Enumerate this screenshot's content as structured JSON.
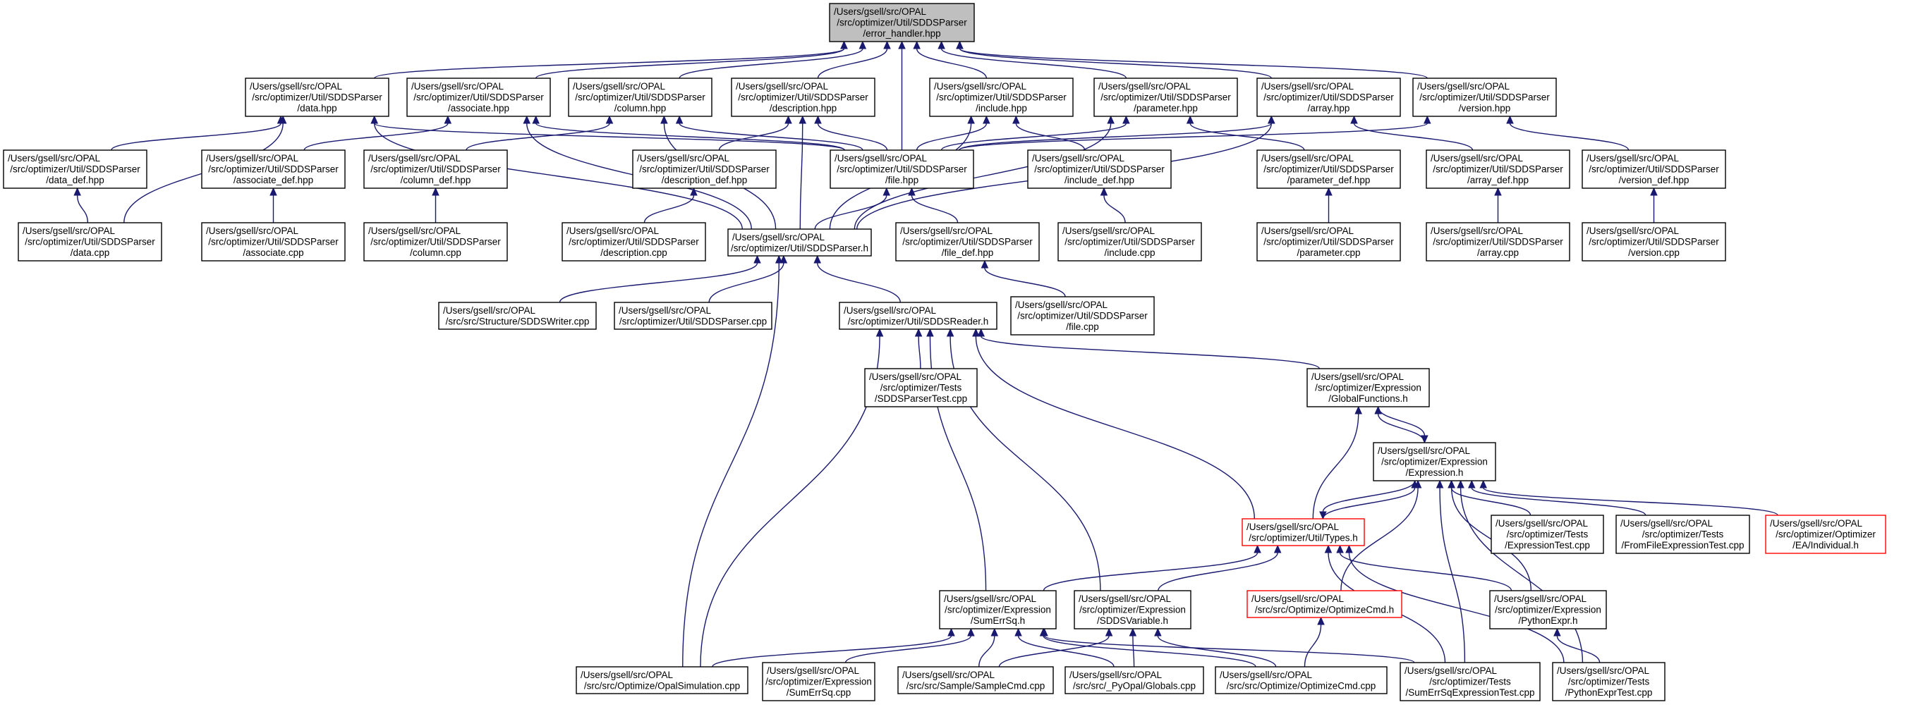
{
  "nodes": [
    {
      "id": "error_handler",
      "lines": [
        "/Users/gsell/src/OPAL",
        "/src/optimizer/Util/SDDSParser",
        "/error_handler.hpp"
      ],
      "style": "root"
    },
    {
      "id": "data_hpp",
      "lines": [
        "/Users/gsell/src/OPAL",
        "/src/optimizer/Util/SDDSParser",
        "/data.hpp"
      ]
    },
    {
      "id": "associate_hpp",
      "lines": [
        "/Users/gsell/src/OPAL",
        "/src/optimizer/Util/SDDSParser",
        "/associate.hpp"
      ]
    },
    {
      "id": "column_hpp",
      "lines": [
        "/Users/gsell/src/OPAL",
        "/src/optimizer/Util/SDDSParser",
        "/column.hpp"
      ]
    },
    {
      "id": "description_hpp",
      "lines": [
        "/Users/gsell/src/OPAL",
        "/src/optimizer/Util/SDDSParser",
        "/description.hpp"
      ]
    },
    {
      "id": "include_hpp",
      "lines": [
        "/Users/gsell/src/OPAL",
        "/src/optimizer/Util/SDDSParser",
        "/include.hpp"
      ]
    },
    {
      "id": "parameter_hpp",
      "lines": [
        "/Users/gsell/src/OPAL",
        "/src/optimizer/Util/SDDSParser",
        "/parameter.hpp"
      ]
    },
    {
      "id": "array_hpp",
      "lines": [
        "/Users/gsell/src/OPAL",
        "/src/optimizer/Util/SDDSParser",
        "/array.hpp"
      ]
    },
    {
      "id": "version_hpp",
      "lines": [
        "/Users/gsell/src/OPAL",
        "/src/optimizer/Util/SDDSParser",
        "/version.hpp"
      ]
    },
    {
      "id": "data_def",
      "lines": [
        "/Users/gsell/src/OPAL",
        "/src/optimizer/Util/SDDSParser",
        "/data_def.hpp"
      ]
    },
    {
      "id": "associate_def",
      "lines": [
        "/Users/gsell/src/OPAL",
        "/src/optimizer/Util/SDDSParser",
        "/associate_def.hpp"
      ]
    },
    {
      "id": "column_def",
      "lines": [
        "/Users/gsell/src/OPAL",
        "/src/optimizer/Util/SDDSParser",
        "/column_def.hpp"
      ]
    },
    {
      "id": "description_def",
      "lines": [
        "/Users/gsell/src/OPAL",
        "/src/optimizer/Util/SDDSParser",
        "/description_def.hpp"
      ]
    },
    {
      "id": "file_hpp",
      "lines": [
        "/Users/gsell/src/OPAL",
        "/src/optimizer/Util/SDDSParser",
        "/file.hpp"
      ]
    },
    {
      "id": "include_def",
      "lines": [
        "/Users/gsell/src/OPAL",
        "/src/optimizer/Util/SDDSParser",
        "/include_def.hpp"
      ]
    },
    {
      "id": "parameter_def",
      "lines": [
        "/Users/gsell/src/OPAL",
        "/src/optimizer/Util/SDDSParser",
        "/parameter_def.hpp"
      ]
    },
    {
      "id": "array_def",
      "lines": [
        "/Users/gsell/src/OPAL",
        "/src/optimizer/Util/SDDSParser",
        "/array_def.hpp"
      ]
    },
    {
      "id": "version_def",
      "lines": [
        "/Users/gsell/src/OPAL",
        "/src/optimizer/Util/SDDSParser",
        "/version_def.hpp"
      ]
    },
    {
      "id": "data_cpp",
      "lines": [
        "/Users/gsell/src/OPAL",
        "/src/optimizer/Util/SDDSParser",
        "/data.cpp"
      ]
    },
    {
      "id": "associate_cpp",
      "lines": [
        "/Users/gsell/src/OPAL",
        "/src/optimizer/Util/SDDSParser",
        "/associate.cpp"
      ]
    },
    {
      "id": "column_cpp",
      "lines": [
        "/Users/gsell/src/OPAL",
        "/src/optimizer/Util/SDDSParser",
        "/column.cpp"
      ]
    },
    {
      "id": "description_cpp",
      "lines": [
        "/Users/gsell/src/OPAL",
        "/src/optimizer/Util/SDDSParser",
        "/description.cpp"
      ]
    },
    {
      "id": "sddsparser_h",
      "lines": [
        "/Users/gsell/src/OPAL",
        "/src/optimizer/Util/SDDSParser.h"
      ]
    },
    {
      "id": "file_def",
      "lines": [
        "/Users/gsell/src/OPAL",
        "/src/optimizer/Util/SDDSParser",
        "/file_def.hpp"
      ]
    },
    {
      "id": "include_cpp",
      "lines": [
        "/Users/gsell/src/OPAL",
        "/src/optimizer/Util/SDDSParser",
        "/include.cpp"
      ]
    },
    {
      "id": "parameter_cpp",
      "lines": [
        "/Users/gsell/src/OPAL",
        "/src/optimizer/Util/SDDSParser",
        "/parameter.cpp"
      ]
    },
    {
      "id": "array_cpp",
      "lines": [
        "/Users/gsell/src/OPAL",
        "/src/optimizer/Util/SDDSParser",
        "/array.cpp"
      ]
    },
    {
      "id": "version_cpp",
      "lines": [
        "/Users/gsell/src/OPAL",
        "/src/optimizer/Util/SDDSParser",
        "/version.cpp"
      ]
    },
    {
      "id": "file_cpp",
      "lines": [
        "/Users/gsell/src/OPAL",
        "/src/optimizer/Util/SDDSParser",
        "/file.cpp"
      ]
    },
    {
      "id": "sddswriter_cpp",
      "lines": [
        "/Users/gsell/src/OPAL",
        "/src/src/Structure/SDDSWriter.cpp"
      ]
    },
    {
      "id": "sddsparser_cpp",
      "lines": [
        "/Users/gsell/src/OPAL",
        "/src/optimizer/Util/SDDSParser.cpp"
      ]
    },
    {
      "id": "sddsreader_h",
      "lines": [
        "/Users/gsell/src/OPAL",
        "/src/optimizer/Util/SDDSReader.h"
      ]
    },
    {
      "id": "sddsparsertest",
      "lines": [
        "/Users/gsell/src/OPAL",
        "/src/optimizer/Tests",
        "/SDDSParserTest.cpp"
      ]
    },
    {
      "id": "globalfunctions_h",
      "lines": [
        "/Users/gsell/src/OPAL",
        "/src/optimizer/Expression",
        "/GlobalFunctions.h"
      ]
    },
    {
      "id": "expression_h",
      "lines": [
        "/Users/gsell/src/OPAL",
        "/src/optimizer/Expression",
        "/Expression.h"
      ]
    },
    {
      "id": "types_h",
      "lines": [
        "/Users/gsell/src/OPAL",
        "/src/optimizer/Util/Types.h"
      ],
      "style": "red"
    },
    {
      "id": "expressiontest",
      "lines": [
        "/Users/gsell/src/OPAL",
        "/src/optimizer/Tests",
        "/ExpressionTest.cpp"
      ]
    },
    {
      "id": "fromfiletest",
      "lines": [
        "/Users/gsell/src/OPAL",
        "/src/optimizer/Tests",
        "/FromFileExpressionTest.cpp"
      ]
    },
    {
      "id": "individual_h",
      "lines": [
        "/Users/gsell/src/OPAL",
        "/src/optimizer/Optimizer",
        "/EA/Individual.h"
      ],
      "style": "red"
    },
    {
      "id": "optimizecmd_h",
      "lines": [
        "/Users/gsell/src/OPAL",
        "/src/src/Optimize/OptimizeCmd.h"
      ],
      "style": "red"
    },
    {
      "id": "sumerrsq_h",
      "lines": [
        "/Users/gsell/src/OPAL",
        "/src/optimizer/Expression",
        "/SumErrSq.h"
      ]
    },
    {
      "id": "sddsvariable_h",
      "lines": [
        "/Users/gsell/src/OPAL",
        "/src/optimizer/Expression",
        "/SDDSVariable.h"
      ]
    },
    {
      "id": "pythonexpr_h",
      "lines": [
        "/Users/gsell/src/OPAL",
        "/src/optimizer/Expression",
        "/PythonExpr.h"
      ]
    },
    {
      "id": "opalsimulation_cpp",
      "lines": [
        "/Users/gsell/src/OPAL",
        "/src/src/Optimize/OpalSimulation.cpp"
      ]
    },
    {
      "id": "sumerrsq_cpp",
      "lines": [
        "/Users/gsell/src/OPAL",
        "/src/optimizer/Expression",
        "/SumErrSq.cpp"
      ]
    },
    {
      "id": "samplecmd_cpp",
      "lines": [
        "/Users/gsell/src/OPAL",
        "/src/src/Sample/SampleCmd.cpp"
      ]
    },
    {
      "id": "globals_cpp",
      "lines": [
        "/Users/gsell/src/OPAL",
        "/src/src/_PyOpal/Globals.cpp"
      ]
    },
    {
      "id": "optimizecmd_cpp",
      "lines": [
        "/Users/gsell/src/OPAL",
        "/src/src/Optimize/OptimizeCmd.cpp"
      ]
    },
    {
      "id": "sumerrsqtest",
      "lines": [
        "/Users/gsell/src/OPAL",
        "/src/optimizer/Tests",
        "/SumErrSqExpressionTest.cpp"
      ]
    },
    {
      "id": "pythonexprtest",
      "lines": [
        "/Users/gsell/src/OPAL",
        "/src/optimizer/Tests",
        "/PythonExprTest.cpp"
      ]
    }
  ],
  "edges": [
    [
      "data_hpp",
      "error_handler"
    ],
    [
      "associate_hpp",
      "error_handler"
    ],
    [
      "column_hpp",
      "error_handler"
    ],
    [
      "description_hpp",
      "error_handler"
    ],
    [
      "file_hpp",
      "error_handler"
    ],
    [
      "include_hpp",
      "error_handler"
    ],
    [
      "parameter_hpp",
      "error_handler"
    ],
    [
      "array_hpp",
      "error_handler"
    ],
    [
      "version_hpp",
      "error_handler"
    ],
    [
      "data_def",
      "data_hpp"
    ],
    [
      "data_cpp",
      "data_hpp"
    ],
    [
      "sddsparser_h",
      "data_hpp"
    ],
    [
      "file_hpp",
      "data_hpp"
    ],
    [
      "associate_def",
      "associate_hpp"
    ],
    [
      "sddsparser_h",
      "associate_hpp"
    ],
    [
      "file_hpp",
      "associate_hpp"
    ],
    [
      "column_def",
      "column_hpp"
    ],
    [
      "sddsparser_h",
      "column_hpp"
    ],
    [
      "file_hpp",
      "column_hpp"
    ],
    [
      "description_def",
      "description_hpp"
    ],
    [
      "sddsparser_h",
      "description_hpp"
    ],
    [
      "file_hpp",
      "description_hpp"
    ],
    [
      "include_def",
      "include_hpp"
    ],
    [
      "sddsparser_h",
      "include_hpp"
    ],
    [
      "file_hpp",
      "include_hpp"
    ],
    [
      "parameter_def",
      "parameter_hpp"
    ],
    [
      "sddsparser_h",
      "parameter_hpp"
    ],
    [
      "file_hpp",
      "parameter_hpp"
    ],
    [
      "array_def",
      "array_hpp"
    ],
    [
      "sddsparser_h",
      "array_hpp"
    ],
    [
      "file_hpp",
      "array_hpp"
    ],
    [
      "version_def",
      "version_hpp"
    ],
    [
      "file_hpp",
      "version_hpp"
    ],
    [
      "data_cpp",
      "data_def"
    ],
    [
      "associate_cpp",
      "associate_def"
    ],
    [
      "column_cpp",
      "column_def"
    ],
    [
      "description_cpp",
      "description_def"
    ],
    [
      "include_cpp",
      "include_def"
    ],
    [
      "parameter_cpp",
      "parameter_def"
    ],
    [
      "array_cpp",
      "array_def"
    ],
    [
      "version_cpp",
      "version_def"
    ],
    [
      "sddsparser_h",
      "file_hpp"
    ],
    [
      "file_def",
      "file_hpp"
    ],
    [
      "file_cpp",
      "file_def"
    ],
    [
      "sddswriter_cpp",
      "sddsparser_h"
    ],
    [
      "sddsparser_cpp",
      "sddsparser_h"
    ],
    [
      "sddsreader_h",
      "sddsparser_h"
    ],
    [
      "opalsimulation_cpp",
      "sddsparser_h"
    ],
    [
      "sddsparsertest",
      "sddsreader_h"
    ],
    [
      "globalfunctions_h",
      "sddsreader_h"
    ],
    [
      "types_h",
      "sddsreader_h"
    ],
    [
      "sumerrsq_h",
      "sddsreader_h"
    ],
    [
      "sddsvariable_h",
      "sddsreader_h"
    ],
    [
      "opalsimulation_cpp",
      "sddsreader_h"
    ],
    [
      "expression_h",
      "globalfunctions_h"
    ],
    [
      "types_h",
      "globalfunctions_h"
    ],
    [
      "globalfunctions_h",
      "expression_h"
    ],
    [
      "types_h",
      "expression_h"
    ],
    [
      "expressiontest",
      "expression_h"
    ],
    [
      "fromfiletest",
      "expression_h"
    ],
    [
      "individual_h",
      "expression_h"
    ],
    [
      "optimizecmd_h",
      "expression_h"
    ],
    [
      "pythonexpr_h",
      "expression_h"
    ],
    [
      "sumerrsqtest",
      "expression_h"
    ],
    [
      "pythonexprtest",
      "expression_h"
    ],
    [
      "expression_h",
      "types_h"
    ],
    [
      "sumerrsq_h",
      "types_h"
    ],
    [
      "sddsvariable_h",
      "types_h"
    ],
    [
      "pythonexpr_h",
      "types_h"
    ],
    [
      "sumerrsqtest",
      "types_h"
    ],
    [
      "pythonexprtest",
      "types_h"
    ],
    [
      "optimizecmd_cpp",
      "optimizecmd_h"
    ],
    [
      "opalsimulation_cpp",
      "sumerrsq_h"
    ],
    [
      "sumerrsq_cpp",
      "sumerrsq_h"
    ],
    [
      "samplecmd_cpp",
      "sumerrsq_h"
    ],
    [
      "globals_cpp",
      "sumerrsq_h"
    ],
    [
      "optimizecmd_cpp",
      "sumerrsq_h"
    ],
    [
      "sumerrsqtest",
      "sumerrsq_h"
    ],
    [
      "samplecmd_cpp",
      "sddsvariable_h"
    ],
    [
      "globals_cpp",
      "sddsvariable_h"
    ],
    [
      "optimizecmd_cpp",
      "sddsvariable_h"
    ],
    [
      "pythonexprtest",
      "pythonexpr_h"
    ]
  ]
}
